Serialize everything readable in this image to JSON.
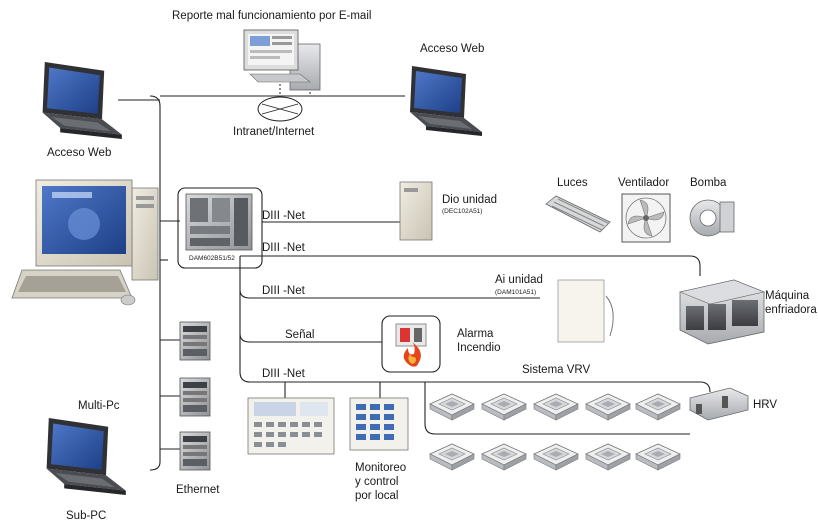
{
  "labels": {
    "email_report": "Reporte mal funcionamiento por E-mail",
    "web_access_top": "Acceso Web",
    "web_access_left": "Acceso Web",
    "intranet": "Intranet/Internet",
    "dio_unit": "Dio unidad",
    "dio_model": "(DEC102A51)",
    "lights": "Luces",
    "fan": "Ventilador",
    "pump": "Bomba",
    "controller_model": "DAM602B51/52",
    "diii_net_1": "DIII -Net",
    "diii_net_2": "DIII -Net",
    "diii_net_3": "DIII -Net",
    "diii_net_4": "DIII -Net",
    "ai_unit": "Ai unidad",
    "ai_model": "(DAM101A51)",
    "chiller_line1": "Máquina",
    "chiller_line2": "enfriadora",
    "signal": "Señal",
    "fire_alarm_line1": "Alarma",
    "fire_alarm_line2": "Incendio",
    "vrv_system": "Sistema VRV",
    "hrv": "HRV",
    "multi_pc": "Multi-Pc",
    "sub_pc": "Sub-PC",
    "ethernet": "Ethernet",
    "local_line1": "Monitoreo",
    "local_line2": "y control",
    "local_line3": "por local"
  }
}
